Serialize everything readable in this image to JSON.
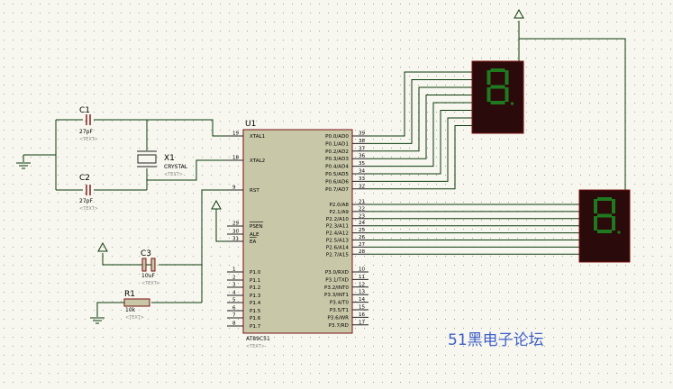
{
  "colors": {
    "background": "#f7f7ef",
    "grid_dot": "#9aa09a",
    "wire": "#0a3a0a",
    "chip_fill": "#c8c8a8",
    "chip_border": "#7a1010",
    "seg_bg": "#2a0a0a",
    "seg_on": "#1f7a1f",
    "watermark": "#3f5fc8",
    "placeholder_text": "#8a8a8a"
  },
  "icons": {
    "ground": "ground-icon",
    "power": "power-arrow-icon",
    "capacitor": "capacitor-icon",
    "crystal": "crystal-icon",
    "resistor": "resistor-icon"
  },
  "components": {
    "c1": {
      "ref": "C1",
      "value": "27pF",
      "placeholder": "<TEXT>"
    },
    "c2": {
      "ref": "C2",
      "value": "27pF",
      "placeholder": "<TEXT>"
    },
    "x1": {
      "ref": "X1",
      "value": "CRYSTAL",
      "placeholder": "<TEXT>"
    },
    "c3": {
      "ref": "C3",
      "value": "10uF",
      "placeholder": "<TEXT>"
    },
    "r1": {
      "ref": "R1",
      "value": "10k",
      "placeholder": "<TEXT>"
    },
    "u1": {
      "ref": "U1",
      "part": "AT89C51",
      "placeholder": "<TEXT>"
    }
  },
  "u1_left_pins": [
    {
      "num": "19",
      "name": "XTAL1"
    },
    {
      "num": "18",
      "name": "XTAL2"
    },
    {
      "num": "9",
      "name": "RST"
    },
    {
      "num": "29",
      "name": "PSEN"
    },
    {
      "num": "30",
      "name": "ALE"
    },
    {
      "num": "31",
      "name": "EA"
    },
    {
      "num": "1",
      "name": "P1.0"
    },
    {
      "num": "2",
      "name": "P1.1"
    },
    {
      "num": "3",
      "name": "P1.2"
    },
    {
      "num": "4",
      "name": "P1.3"
    },
    {
      "num": "5",
      "name": "P1.4"
    },
    {
      "num": "6",
      "name": "P1.5"
    },
    {
      "num": "7",
      "name": "P1.6"
    },
    {
      "num": "8",
      "name": "P1.7"
    }
  ],
  "u1_right_pins": [
    {
      "num": "39",
      "name": "P0.0/AD0"
    },
    {
      "num": "38",
      "name": "P0.1/AD1"
    },
    {
      "num": "37",
      "name": "P0.2/AD2"
    },
    {
      "num": "36",
      "name": "P0.3/AD3"
    },
    {
      "num": "35",
      "name": "P0.4/AD4"
    },
    {
      "num": "34",
      "name": "P0.5/AD5"
    },
    {
      "num": "33",
      "name": "P0.6/AD6"
    },
    {
      "num": "32",
      "name": "P0.7/AD7"
    },
    {
      "num": "21",
      "name": "P2.0/A8"
    },
    {
      "num": "22",
      "name": "P2.1/A9"
    },
    {
      "num": "23",
      "name": "P2.2/A10"
    },
    {
      "num": "24",
      "name": "P2.3/A11"
    },
    {
      "num": "25",
      "name": "P2.4/A12"
    },
    {
      "num": "26",
      "name": "P2.5/A13"
    },
    {
      "num": "27",
      "name": "P2.6/A14"
    },
    {
      "num": "28",
      "name": "P2.7/A15"
    },
    {
      "num": "10",
      "name": "P3.0/RXD"
    },
    {
      "num": "11",
      "name": "P3.1/TXD"
    },
    {
      "num": "12",
      "name": "P3.2/INT0"
    },
    {
      "num": "13",
      "name": "P3.3/INT1"
    },
    {
      "num": "14",
      "name": "P3.4/T0"
    },
    {
      "num": "15",
      "name": "P3.5/T1"
    },
    {
      "num": "16",
      "name": "P3.6/WR"
    },
    {
      "num": "17",
      "name": "P3.7/RD"
    }
  ],
  "displays": [
    {
      "digit": "8"
    },
    {
      "digit": "8"
    }
  ],
  "watermark": "51黑电子论坛"
}
